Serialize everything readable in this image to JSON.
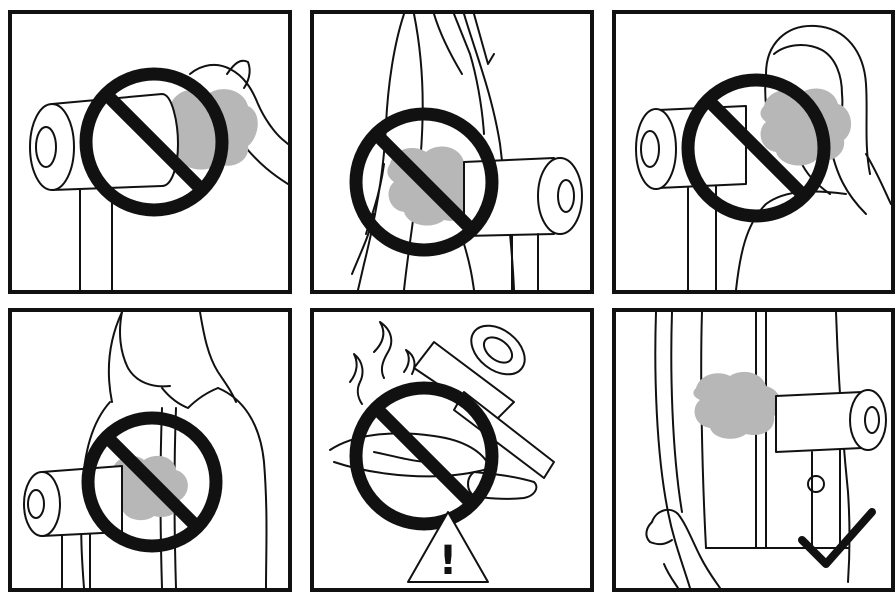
{
  "panels": [
    {
      "id": "p1",
      "status": "prohibited",
      "scene": "steamer-to-hand"
    },
    {
      "id": "p2",
      "status": "prohibited",
      "scene": "steamer-to-worn-garment"
    },
    {
      "id": "p3",
      "status": "prohibited",
      "scene": "steamer-to-face"
    },
    {
      "id": "p4",
      "status": "prohibited",
      "scene": "steamer-to-body"
    },
    {
      "id": "p5",
      "status": "prohibited",
      "scene": "steamer-placed-on-surface",
      "warning_mark": "!"
    },
    {
      "id": "p6",
      "status": "correct",
      "scene": "steamer-on-hanging-garment"
    }
  ],
  "colors": {
    "line": "#111111",
    "steam": "#b7b7b7",
    "background": "#ffffff"
  }
}
